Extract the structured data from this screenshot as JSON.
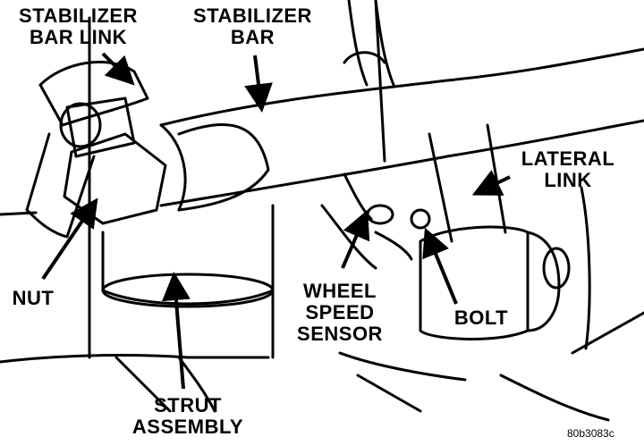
{
  "labels": {
    "stabilizer_bar_link_1": "STABILIZER",
    "stabilizer_bar_link_2": "BAR LINK",
    "stabilizer_bar_1": "STABILIZER",
    "stabilizer_bar_2": "BAR",
    "lateral_link_1": "LATERAL",
    "lateral_link_2": "LINK",
    "nut": "NUT",
    "wheel_speed_sensor_1": "WHEEL",
    "wheel_speed_sensor_2": "SPEED",
    "wheel_speed_sensor_3": "SENSOR",
    "bolt": "BOLT",
    "strut_assembly_1": "STRUT",
    "strut_assembly_2": "ASSEMBLY"
  },
  "figure_id": "80b3083c"
}
